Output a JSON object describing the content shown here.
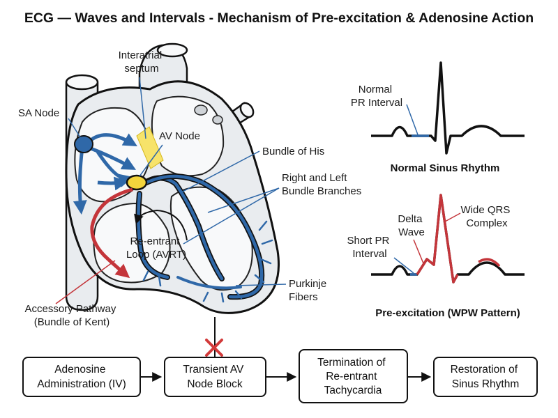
{
  "title": "ECG — Waves and Intervals - Mechanism of Pre-excitation & Adenosine Action",
  "heart_labels": {
    "interatrial_septum": [
      "Interatrial",
      "septum"
    ],
    "sa_node": "SA Node",
    "av_node": "AV Node",
    "bundle_of_his": "Bundle of His",
    "bundle_branches": [
      "Right and Left",
      "Bundle Branches"
    ],
    "reentrant_loop": [
      "Re-entrant",
      "Loop (AVRT)"
    ],
    "purkinje": [
      "Purkinje",
      "Fibers"
    ],
    "accessory_pathway": [
      "Accessory Pathway",
      "(Bundle of Kent)"
    ]
  },
  "ecg_normal": {
    "pr_label": [
      "Normal",
      "PR Interval"
    ],
    "caption": "Normal Sinus Rhythm"
  },
  "ecg_wpw": {
    "delta_label": [
      "Delta",
      "Wave"
    ],
    "qrs_label": [
      "Wide QRS",
      "Complex"
    ],
    "pr_label": [
      "Short PR",
      "Interval"
    ],
    "caption": "Pre-excitation (WPW Pattern)"
  },
  "flow": [
    {
      "id": "adenosine",
      "lines": [
        "Adenosine",
        "Administration (IV)"
      ]
    },
    {
      "id": "av-block",
      "lines": [
        "Transient AV",
        "Node Block"
      ]
    },
    {
      "id": "termination",
      "lines": [
        "Termination of",
        "Re-entrant",
        "Tachycardia"
      ]
    },
    {
      "id": "restoration",
      "lines": [
        "Restoration of",
        "Sinus Rhythm"
      ]
    }
  ],
  "colors": {
    "conduction_blue": "#2f68a8",
    "accessory_red": "#c4353a",
    "node_yellow": "#f3d43c",
    "septum_yellow": "#f7e36a",
    "heart_fill": "#e9ecef",
    "chamber_fill": "#f8f9fa",
    "block_x": "#d23a3a"
  }
}
